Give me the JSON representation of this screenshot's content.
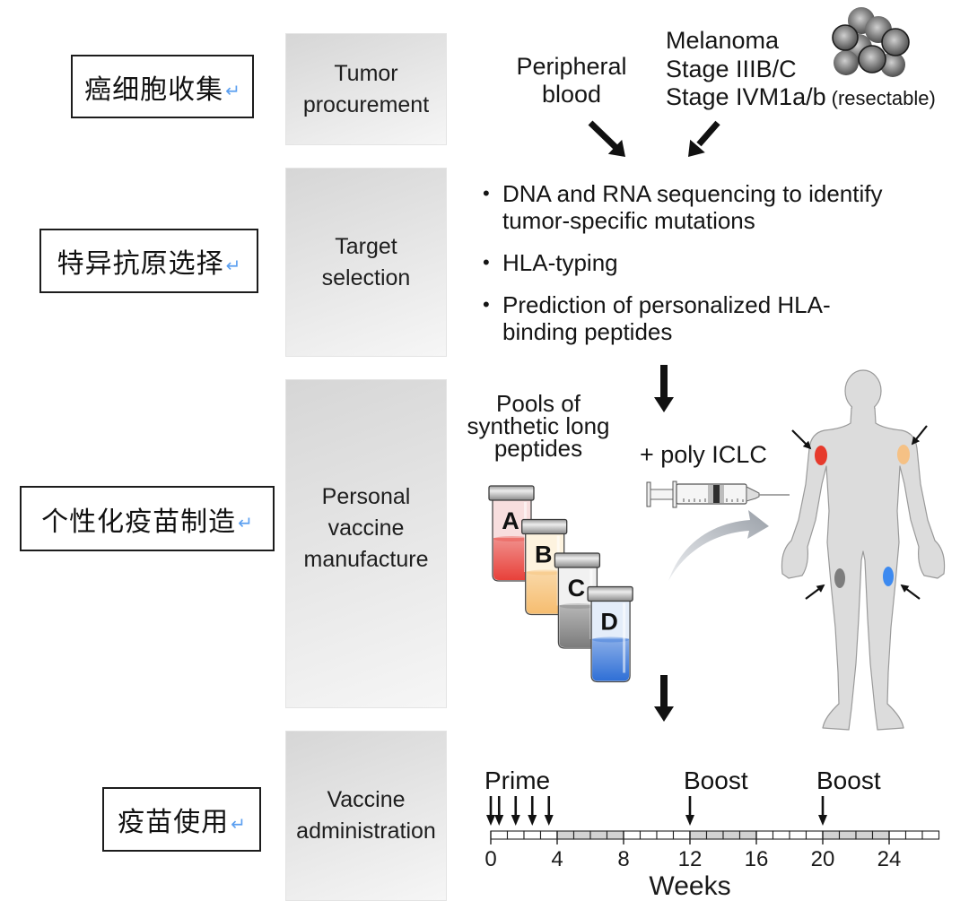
{
  "figure": {
    "return_mark": "↵",
    "stages": [
      {
        "cn_label": "癌细胞收集",
        "en_label": "Tumor\nprocurement"
      },
      {
        "cn_label": "特异抗原选择",
        "en_label": "Target\nselection"
      },
      {
        "cn_label": "个性化疫苗制造",
        "en_label": "Personal\nvaccine\nmanufacture"
      },
      {
        "cn_label": "疫苗使用",
        "en_label": "Vaccine\nadministration"
      }
    ]
  },
  "procurement": {
    "blood_label": "Peripheral\nblood",
    "tumor_label": {
      "line1": "Melanoma",
      "line2": "Stage IIIB/C",
      "line3": "Stage IVM1a/b",
      "note": "(resectable)"
    }
  },
  "target_selection": {
    "bullet_symbol": "•",
    "bullets": [
      "DNA and RNA sequencing to identify\ntumor-specific mutations",
      "HLA-typing",
      "Prediction of personalized HLA-\nbinding peptides"
    ]
  },
  "manufacture": {
    "peptides_label": "Pools of\nsynthetic long\npeptides",
    "adjuvant_label": "+ poly ICLC",
    "vials": [
      {
        "label": "A",
        "liquid_color": "#e8413a",
        "glass_tint": "#f8dede"
      },
      {
        "label": "B",
        "liquid_color": "#f6bd70",
        "glass_tint": "#fdf3df"
      },
      {
        "label": "C",
        "liquid_color": "#7c7c7c",
        "glass_tint": "#f1f1f1"
      },
      {
        "label": "D",
        "liquid_color": "#2f6fd6",
        "glass_tint": "#e4edfa"
      }
    ],
    "injection_sites": [
      {
        "color": "#e63a2c"
      },
      {
        "color": "#f5c185"
      },
      {
        "color": "#7d7d7d"
      },
      {
        "color": "#3d8af0"
      }
    ]
  },
  "administration": {
    "timeline": {
      "unit_label": "Weeks",
      "total_weeks": 27,
      "ticks": [
        0,
        4,
        8,
        12,
        16,
        20,
        24
      ],
      "shaded_ranges": [
        [
          4,
          8
        ],
        [
          12,
          16
        ],
        [
          20,
          24
        ]
      ],
      "events": [
        {
          "label": "Prime",
          "weeks": [
            0,
            0.5,
            1.5,
            2.5,
            3.5
          ]
        },
        {
          "label": "Boost",
          "weeks": [
            12
          ]
        },
        {
          "label": "Boost",
          "weeks": [
            20
          ]
        }
      ]
    }
  }
}
